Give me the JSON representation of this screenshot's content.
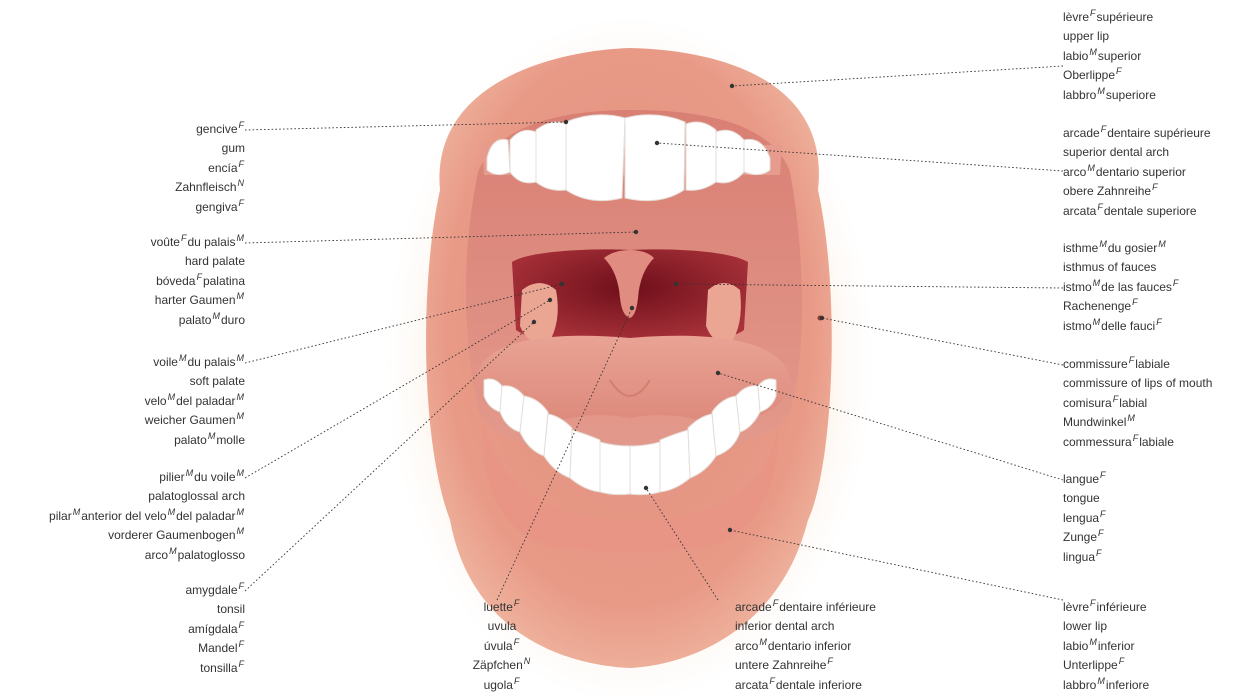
{
  "labels": [
    {
      "id": "gencive",
      "lines": [
        [
          {
            "t": "gencive"
          },
          {
            "g": "F"
          }
        ],
        [
          {
            "t": "gum"
          }
        ],
        [
          {
            "t": "encía"
          },
          {
            "g": "F"
          }
        ],
        [
          {
            "t": "Zahnfleisch"
          },
          {
            "g": "N"
          }
        ],
        [
          {
            "t": "gengiva"
          },
          {
            "g": "F"
          }
        ]
      ]
    },
    {
      "id": "voute",
      "lines": [
        [
          {
            "t": "voûte"
          },
          {
            "g": "F"
          },
          {
            "t": "du palais"
          },
          {
            "g": "M"
          }
        ],
        [
          {
            "t": "hard palate"
          }
        ],
        [
          {
            "t": "bóveda"
          },
          {
            "g": "F"
          },
          {
            "t": "palatina"
          }
        ],
        [
          {
            "t": "harter Gaumen"
          },
          {
            "g": "M"
          }
        ],
        [
          {
            "t": "palato"
          },
          {
            "g": "M"
          },
          {
            "t": "duro"
          }
        ]
      ]
    },
    {
      "id": "voile",
      "lines": [
        [
          {
            "t": "voile"
          },
          {
            "g": "M"
          },
          {
            "t": "du palais"
          },
          {
            "g": "M"
          }
        ],
        [
          {
            "t": "soft palate"
          }
        ],
        [
          {
            "t": "velo"
          },
          {
            "g": "M"
          },
          {
            "t": "del paladar"
          },
          {
            "g": "M"
          }
        ],
        [
          {
            "t": "weicher Gaumen"
          },
          {
            "g": "M"
          }
        ],
        [
          {
            "t": "palato"
          },
          {
            "g": "M"
          },
          {
            "t": "molle"
          }
        ]
      ]
    },
    {
      "id": "pilier",
      "lines": [
        [
          {
            "t": "pilier"
          },
          {
            "g": "M"
          },
          {
            "t": "du voile"
          },
          {
            "g": "M"
          }
        ],
        [
          {
            "t": "palatoglossal arch"
          }
        ],
        [
          {
            "t": "pilar"
          },
          {
            "g": "M"
          },
          {
            "t": "anterior del velo"
          },
          {
            "g": "M"
          },
          {
            "t": "del paladar"
          },
          {
            "g": "M"
          }
        ],
        [
          {
            "t": "vorderer Gaumenbogen"
          },
          {
            "g": "M"
          }
        ],
        [
          {
            "t": "arco"
          },
          {
            "g": "M"
          },
          {
            "t": "palatoglosso"
          }
        ]
      ]
    },
    {
      "id": "amygdale",
      "lines": [
        [
          {
            "t": "amygdale"
          },
          {
            "g": "F"
          }
        ],
        [
          {
            "t": "tonsil"
          }
        ],
        [
          {
            "t": "amígdala"
          },
          {
            "g": "F"
          }
        ],
        [
          {
            "t": "Mandel"
          },
          {
            "g": "F"
          }
        ],
        [
          {
            "t": "tonsilla"
          },
          {
            "g": "F"
          }
        ]
      ]
    },
    {
      "id": "luette",
      "lines": [
        [
          {
            "t": "luette"
          },
          {
            "g": "F"
          }
        ],
        [
          {
            "t": "uvula"
          }
        ],
        [
          {
            "t": "úvula"
          },
          {
            "g": "F"
          }
        ],
        [
          {
            "t": "Zäpfchen"
          },
          {
            "g": "N"
          }
        ],
        [
          {
            "t": "ugola"
          },
          {
            "g": "F"
          }
        ]
      ]
    },
    {
      "id": "arcade_inf",
      "lines": [
        [
          {
            "t": "arcade"
          },
          {
            "g": "F"
          },
          {
            "t": "dentaire inférieure"
          }
        ],
        [
          {
            "t": "inferior dental arch"
          }
        ],
        [
          {
            "t": "arco"
          },
          {
            "g": "M"
          },
          {
            "t": "dentario inferior"
          }
        ],
        [
          {
            "t": "untere Zahnreihe"
          },
          {
            "g": "F"
          }
        ],
        [
          {
            "t": "arcata"
          },
          {
            "g": "F"
          },
          {
            "t": "dentale inferiore"
          }
        ]
      ]
    },
    {
      "id": "levre_sup",
      "lines": [
        [
          {
            "t": "lèvre"
          },
          {
            "g": "F"
          },
          {
            "t": "supérieure"
          }
        ],
        [
          {
            "t": "upper lip"
          }
        ],
        [
          {
            "t": "labio"
          },
          {
            "g": "M"
          },
          {
            "t": "superior"
          }
        ],
        [
          {
            "t": "Oberlippe"
          },
          {
            "g": "F"
          }
        ],
        [
          {
            "t": "labbro"
          },
          {
            "g": "M"
          },
          {
            "t": "superiore"
          }
        ]
      ]
    },
    {
      "id": "arcade_sup",
      "lines": [
        [
          {
            "t": "arcade"
          },
          {
            "g": "F"
          },
          {
            "t": "dentaire supérieure"
          }
        ],
        [
          {
            "t": "superior dental arch"
          }
        ],
        [
          {
            "t": "arco"
          },
          {
            "g": "M"
          },
          {
            "t": "dentario superior"
          }
        ],
        [
          {
            "t": "obere Zahnreihe"
          },
          {
            "g": "F"
          }
        ],
        [
          {
            "t": "arcata"
          },
          {
            "g": "F"
          },
          {
            "t": "dentale superiore"
          }
        ]
      ]
    },
    {
      "id": "isthme",
      "lines": [
        [
          {
            "t": "isthme"
          },
          {
            "g": "M"
          },
          {
            "t": "du gosier"
          },
          {
            "g": "M"
          }
        ],
        [
          {
            "t": "isthmus of fauces"
          }
        ],
        [
          {
            "t": "istmo"
          },
          {
            "g": "M"
          },
          {
            "t": "de las fauces"
          },
          {
            "g": "F"
          }
        ],
        [
          {
            "t": "Rachenenge"
          },
          {
            "g": "F"
          }
        ],
        [
          {
            "t": "istmo"
          },
          {
            "g": "M"
          },
          {
            "t": "delle fauci"
          },
          {
            "g": "F"
          }
        ]
      ]
    },
    {
      "id": "commissure",
      "lines": [
        [
          {
            "t": "commissure"
          },
          {
            "g": "F"
          },
          {
            "t": "labiale"
          }
        ],
        [
          {
            "t": "commissure of lips of mouth"
          }
        ],
        [
          {
            "t": "comisura"
          },
          {
            "g": "F"
          },
          {
            "t": "labial"
          }
        ],
        [
          {
            "t": "Mundwinkel"
          },
          {
            "g": "M"
          }
        ],
        [
          {
            "t": "commessura"
          },
          {
            "g": "F"
          },
          {
            "t": "labiale"
          }
        ]
      ]
    },
    {
      "id": "langue",
      "lines": [
        [
          {
            "t": "langue"
          },
          {
            "g": "F"
          }
        ],
        [
          {
            "t": "tongue"
          }
        ],
        [
          {
            "t": "lengua"
          },
          {
            "g": "F"
          }
        ],
        [
          {
            "t": "Zunge"
          },
          {
            "g": "F"
          }
        ],
        [
          {
            "t": "lingua"
          },
          {
            "g": "F"
          }
        ]
      ]
    },
    {
      "id": "levre_inf",
      "lines": [
        [
          {
            "t": "lèvre"
          },
          {
            "g": "F"
          },
          {
            "t": "inférieure"
          }
        ],
        [
          {
            "t": "lower lip"
          }
        ],
        [
          {
            "t": "labio"
          },
          {
            "g": "M"
          },
          {
            "t": "inferior"
          }
        ],
        [
          {
            "t": "Unterlippe"
          },
          {
            "g": "F"
          }
        ],
        [
          {
            "t": "labbro"
          },
          {
            "g": "M"
          },
          {
            "t": "inferiore"
          }
        ]
      ]
    }
  ]
}
